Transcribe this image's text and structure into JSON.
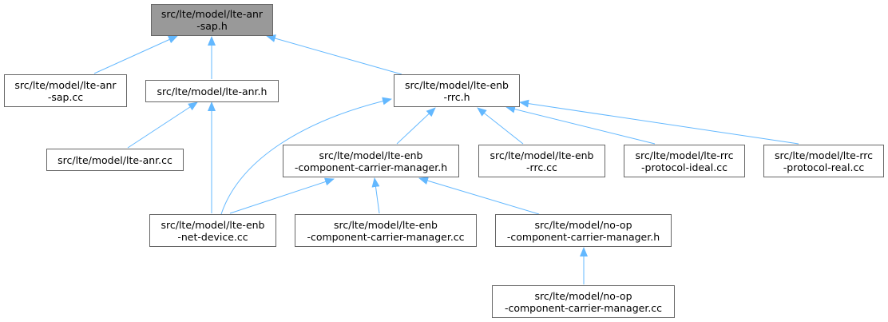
{
  "colors": {
    "edge": "#63b8ff",
    "border": "#666666",
    "root_fill": "#999999",
    "node_fill": "#ffffff"
  },
  "nodes": {
    "anr_sap_h": {
      "lines": [
        "src/lte/model/lte-anr",
        "-sap.h"
      ]
    },
    "anr_sap_cc": {
      "lines": [
        "src/lte/model/lte-anr",
        "-sap.cc"
      ]
    },
    "anr_h": {
      "lines": [
        "src/lte/model/lte-anr.h"
      ]
    },
    "enb_rrc_h": {
      "lines": [
        "src/lte/model/lte-enb",
        "-rrc.h"
      ]
    },
    "anr_cc": {
      "lines": [
        "src/lte/model/lte-anr.cc"
      ]
    },
    "enb_ccm_h": {
      "lines": [
        "src/lte/model/lte-enb",
        "-component-carrier-manager.h"
      ]
    },
    "enb_rrc_cc": {
      "lines": [
        "src/lte/model/lte-enb",
        "-rrc.cc"
      ]
    },
    "rrc_ideal_cc": {
      "lines": [
        "src/lte/model/lte-rrc",
        "-protocol-ideal.cc"
      ]
    },
    "rrc_real_cc": {
      "lines": [
        "src/lte/model/lte-rrc",
        "-protocol-real.cc"
      ]
    },
    "enb_netdev_cc": {
      "lines": [
        "src/lte/model/lte-enb",
        "-net-device.cc"
      ]
    },
    "enb_ccm_cc": {
      "lines": [
        "src/lte/model/lte-enb",
        "-component-carrier-manager.cc"
      ]
    },
    "noop_ccm_h": {
      "lines": [
        "src/lte/model/no-op",
        "-component-carrier-manager.h"
      ]
    },
    "noop_ccm_cc": {
      "lines": [
        "src/lte/model/no-op",
        "-component-carrier-manager.cc"
      ]
    }
  }
}
